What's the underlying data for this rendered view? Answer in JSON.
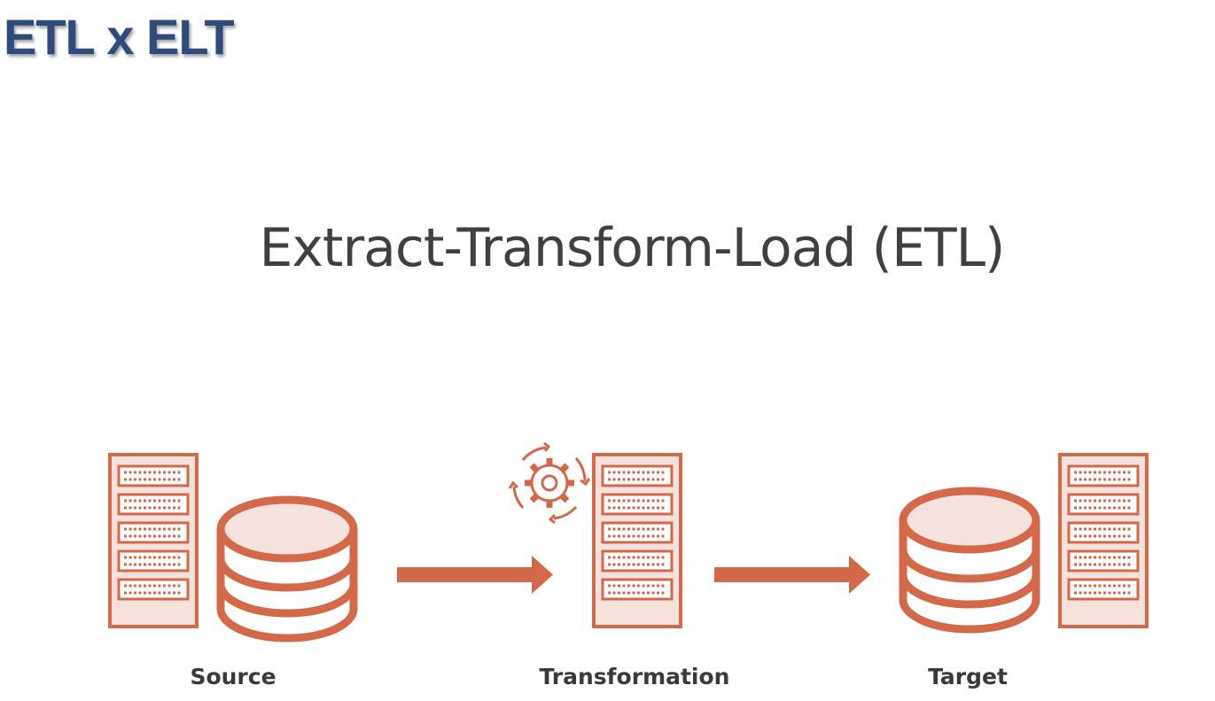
{
  "header": {
    "title": "ETL x ELT"
  },
  "slide": {
    "title": "Extract-Transform-Load (ETL)"
  },
  "diagram": {
    "accent_color": "#d4694a",
    "fill_color": "#f6e2dc",
    "stages": [
      {
        "label": "Source",
        "icons": [
          "server-icon",
          "database-icon"
        ]
      },
      {
        "label": "Transformation",
        "icons": [
          "gear-cycle-icon",
          "server-icon"
        ]
      },
      {
        "label": "Target",
        "icons": [
          "database-icon",
          "server-icon"
        ]
      }
    ],
    "connectors": [
      "arrow-right-icon",
      "arrow-right-icon"
    ]
  }
}
